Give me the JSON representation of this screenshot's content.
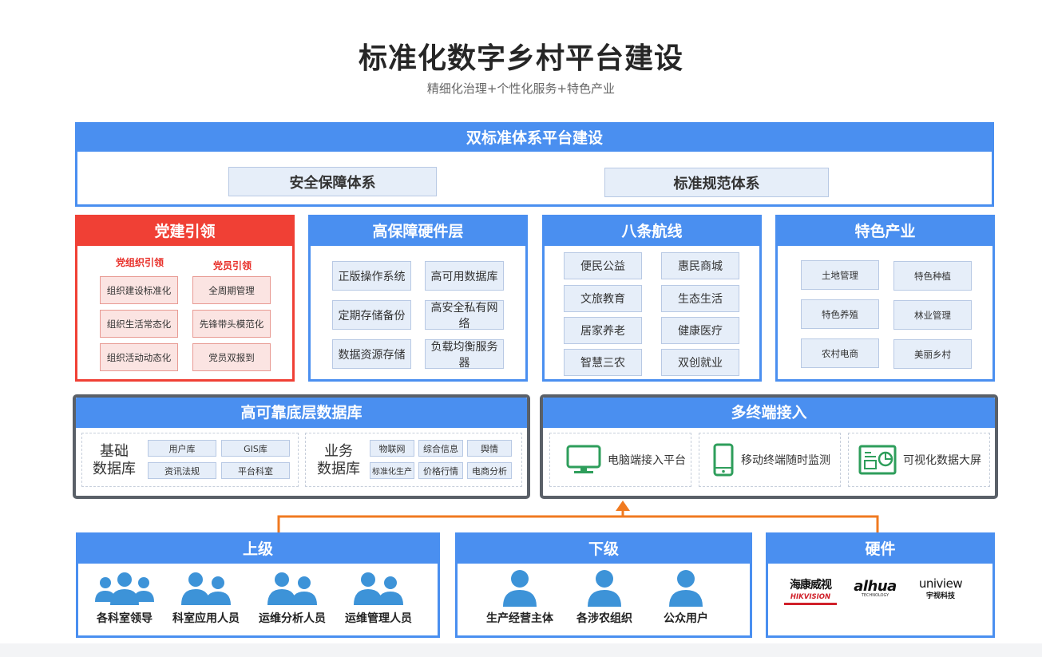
{
  "title": "标准化数字乡村平台建设",
  "subtitle": "精细化治理+个性化服务+特色产业",
  "standards": {
    "header": "双标准体系平台建设",
    "items": [
      "安全保障体系",
      "标准规范体系"
    ]
  },
  "party": {
    "header": "党建引领",
    "org_label": "党组织引领",
    "member_label": "党员引领",
    "org_items": [
      "组织建设标准化",
      "组织生活常态化",
      "组织活动动态化"
    ],
    "member_items": [
      "全周期管理",
      "先锋带头模范化",
      "党员双报到"
    ]
  },
  "hardware_layer": {
    "header": "高保障硬件层",
    "items": [
      "正版操作系统",
      "高可用数据库",
      "定期存储备份",
      "高安全私有网络",
      "数据资源存储",
      "负载均衡服务器"
    ]
  },
  "routes": {
    "header": "八条航线",
    "items": [
      "便民公益",
      "惠民商城",
      "文旅教育",
      "生态生活",
      "居家养老",
      "健康医疗",
      "智慧三农",
      "双创就业"
    ]
  },
  "industry": {
    "header": "特色产业",
    "items": [
      "土地管理",
      "特色种植",
      "特色养殖",
      "林业管理",
      "农村电商",
      "美丽乡村"
    ]
  },
  "database": {
    "header": "高可靠底层数据库",
    "base_name": "基础\n数据库",
    "base_items": [
      "用户库",
      "GIS库",
      "资讯法规",
      "平台科室"
    ],
    "biz_name": "业务\n数据库",
    "biz_items": [
      "物联网",
      "综合信息",
      "舆情",
      "标准化生产",
      "价格行情",
      "电商分析"
    ]
  },
  "terminals": {
    "header": "多终端接入",
    "items": [
      "电脑端接入平台",
      "移动终端随时监测",
      "可视化数据大屏"
    ]
  },
  "upper": {
    "header": "上级",
    "items": [
      "各科室领导",
      "科室应用人员",
      "运维分析人员",
      "运维管理人员"
    ]
  },
  "lower": {
    "header": "下级",
    "items": [
      "生产经营主体",
      "各涉农组织",
      "公众用户"
    ]
  },
  "hardware_vendors": {
    "header": "硬件",
    "hik_cn": "海康威视",
    "hik_en": "HIKVISION",
    "dahua": "alhua",
    "dahua_sub": "TECHNOLOGY",
    "uni_en": "uniview",
    "uni_cn": "宇视科技"
  },
  "colors": {
    "blue": "#4a8ff0",
    "red": "#f04035",
    "orange": "#f07a20",
    "green": "#2e9e5b",
    "person": "#3d93d8"
  }
}
